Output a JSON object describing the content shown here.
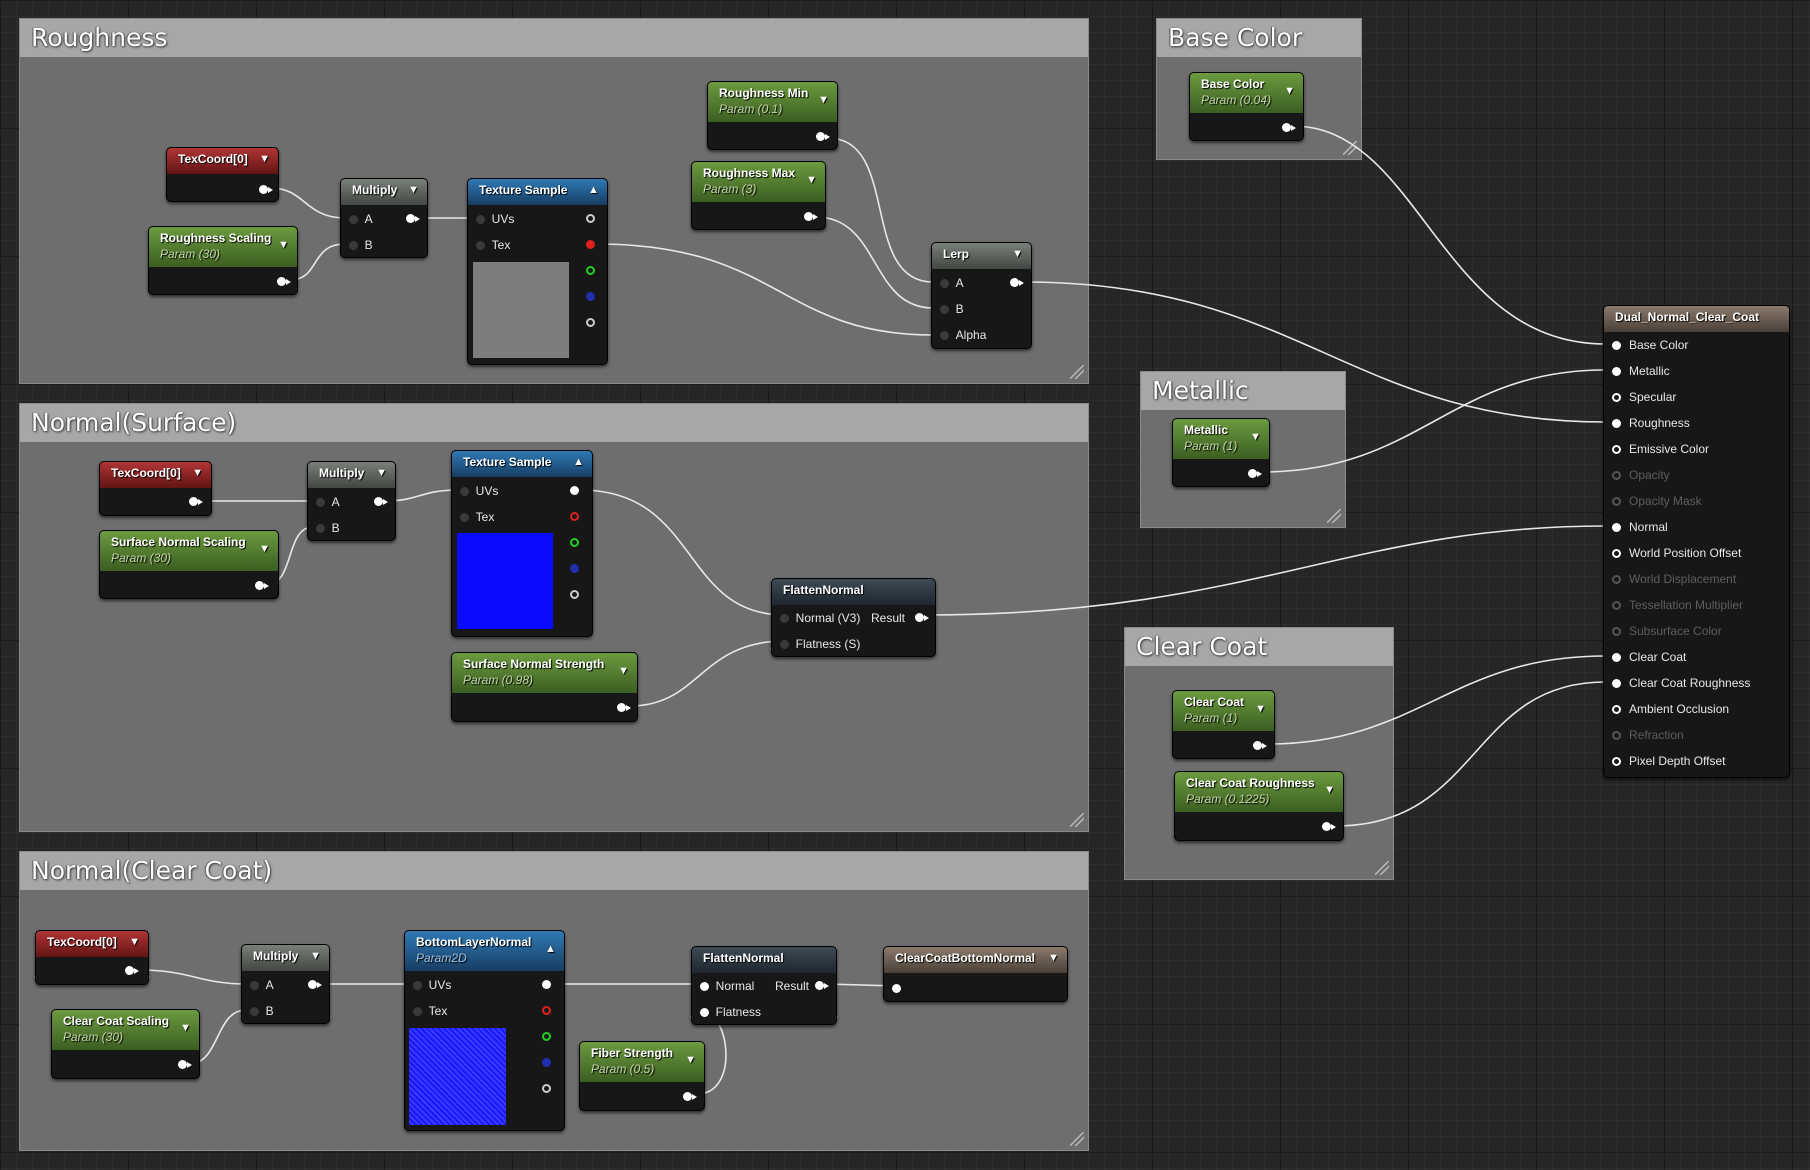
{
  "comments": {
    "roughness": "Roughness",
    "normal_surface": "Normal(Surface)",
    "normal_clear_coat": "Normal(Clear Coat)",
    "base_color": "Base Color",
    "metallic": "Metallic",
    "clear_coat": "Clear Coat"
  },
  "nodes": {
    "r_texcoord": "TexCoord[0]",
    "r_scaling": {
      "title": "Roughness Scaling",
      "param": "Param (30)"
    },
    "r_multiply": {
      "title": "Multiply",
      "a": "A",
      "b": "B"
    },
    "r_texsample": {
      "title": "Texture Sample",
      "uvs": "UVs",
      "tex": "Tex"
    },
    "r_min": {
      "title": "Roughness Min",
      "param": "Param (0.1)"
    },
    "r_max": {
      "title": "Roughness Max",
      "param": "Param (3)"
    },
    "r_lerp": {
      "title": "Lerp",
      "a": "A",
      "b": "B",
      "alpha": "Alpha"
    },
    "s_texcoord": "TexCoord[0]",
    "s_scaling": {
      "title": "Surface Normal Scaling",
      "param": "Param (30)"
    },
    "s_multiply": {
      "title": "Multiply",
      "a": "A",
      "b": "B"
    },
    "s_texsample": {
      "title": "Texture Sample",
      "uvs": "UVs",
      "tex": "Tex"
    },
    "s_strength": {
      "title": "Surface Normal Strength",
      "param": "Param (0.98)"
    },
    "s_flatten": {
      "title": "FlattenNormal",
      "normal": "Normal (V3)",
      "result": "Result",
      "flatness": "Flatness (S)"
    },
    "c_texcoord": "TexCoord[0]",
    "c_scaling": {
      "title": "Clear Coat Scaling",
      "param": "Param (30)"
    },
    "c_multiply": {
      "title": "Multiply",
      "a": "A",
      "b": "B"
    },
    "c_bottom": {
      "title": "BottomLayerNormal",
      "param": "Param2D",
      "uvs": "UVs",
      "tex": "Tex"
    },
    "c_fiber": {
      "title": "Fiber Strength",
      "param": "Param (0.5)"
    },
    "c_flatten": {
      "title": "FlattenNormal",
      "normal": "Normal",
      "result": "Result",
      "flatness": "Flatness"
    },
    "c_bottomout": {
      "title": "ClearCoatBottomNormal"
    },
    "base_color": {
      "title": "Base Color",
      "param": "Param (0.04)"
    },
    "metallic": {
      "title": "Metallic",
      "param": "Param (1)"
    },
    "clear_coat": {
      "title": "Clear Coat",
      "param": "Param (1)"
    },
    "clear_coat_roughness": {
      "title": "Clear Coat Roughness",
      "param": "Param (0.1225)"
    }
  },
  "material": {
    "title": "Dual_Normal_Clear_Coat",
    "inputs": [
      {
        "label": "Base Color",
        "pin": "filled",
        "enabled": true
      },
      {
        "label": "Metallic",
        "pin": "filled",
        "enabled": true
      },
      {
        "label": "Specular",
        "pin": "hollow",
        "enabled": true
      },
      {
        "label": "Roughness",
        "pin": "filled",
        "enabled": true
      },
      {
        "label": "Emissive Color",
        "pin": "hollow",
        "enabled": true
      },
      {
        "label": "Opacity",
        "pin": "dimhollow",
        "enabled": false
      },
      {
        "label": "Opacity Mask",
        "pin": "dimhollow",
        "enabled": false
      },
      {
        "label": "Normal",
        "pin": "filled",
        "enabled": true
      },
      {
        "label": "World Position Offset",
        "pin": "hollow",
        "enabled": true
      },
      {
        "label": "World Displacement",
        "pin": "dimhollow",
        "enabled": false
      },
      {
        "label": "Tessellation Multiplier",
        "pin": "dimhollow",
        "enabled": false
      },
      {
        "label": "Subsurface Color",
        "pin": "dimhollow",
        "enabled": false
      },
      {
        "label": "Clear Coat",
        "pin": "filled",
        "enabled": true
      },
      {
        "label": "Clear Coat Roughness",
        "pin": "filled",
        "enabled": true
      },
      {
        "label": "Ambient Occlusion",
        "pin": "hollow",
        "enabled": true
      },
      {
        "label": "Refraction",
        "pin": "dimhollow",
        "enabled": false
      },
      {
        "label": "Pixel Depth Offset",
        "pin": "hollow",
        "enabled": true
      }
    ]
  },
  "colors": {
    "param_header": "#5a8a35",
    "texcoord_header": "#8e2424",
    "math_header": "#5c635c",
    "texture_header": "#245f92",
    "function_header": "#2c3845",
    "material_header": "#6e6156",
    "surface_preview": "#0a0aff",
    "roughness_preview": "#7d7d7d"
  }
}
